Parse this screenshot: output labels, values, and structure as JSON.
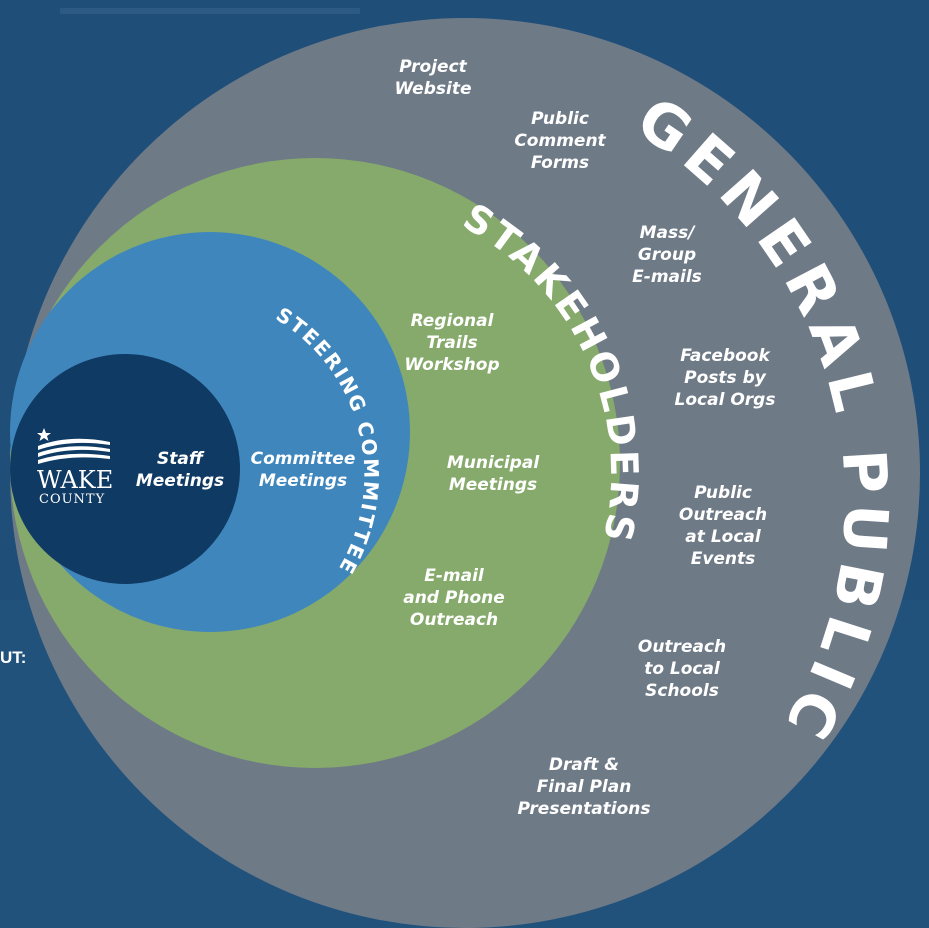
{
  "colors": {
    "background": "#1f4e79",
    "general_public_ring": "#6f7a87",
    "stakeholders_ring": "#86aa6b",
    "steering_committee_ring": "#3f86bd",
    "core": "#0f3a63",
    "text": "#ffffff"
  },
  "rings": {
    "general_public": "GENERAL PUBLIC",
    "stakeholders": "STAKEHOLDERS",
    "steering_committee": "STEERING COMMITTEE"
  },
  "logo": {
    "line1": "WAKE",
    "line2": "COUNTY",
    "icon": "star-waves-logo"
  },
  "edge_label": "UT:",
  "items": {
    "core": [
      "Staff\nMeetings"
    ],
    "steering": [
      "Committee\nMeetings"
    ],
    "stakeholders": [
      "Regional\nTrails\nWorkshop",
      "Municipal\nMeetings",
      "E-mail\nand Phone\nOutreach"
    ],
    "general_public": [
      "Project\nWebsite",
      "Public\nComment\nForms",
      "Mass/\nGroup\nE-mails",
      "Facebook\nPosts by\nLocal Orgs",
      "Public\nOutreach\nat Local\nEvents",
      "Outreach\nto Local\nSchools",
      "Draft &\nFinal Plan\nPresentations"
    ]
  }
}
